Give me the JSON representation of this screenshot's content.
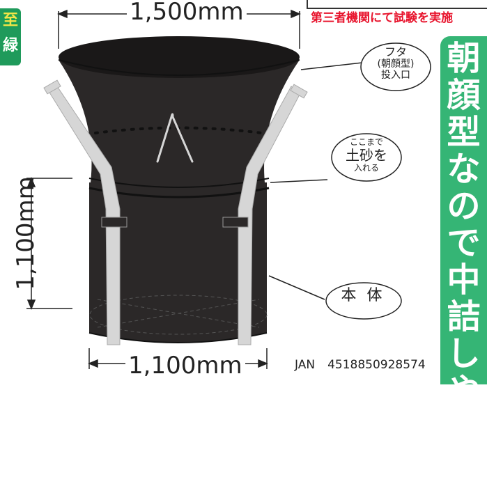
{
  "dimensions": {
    "top_width": "1,500mm",
    "height": "1,100mm",
    "bottom_width": "1,100mm"
  },
  "notice": "第三者機関にて試験を実施",
  "badge": {
    "line1": "至",
    "line2": "緑"
  },
  "vertical_slogan": "朝顔型なので中詰しやすい",
  "callouts": {
    "lid": {
      "line1": "フタ",
      "line2": "(朝顔型)",
      "line3": "投入口"
    },
    "fill": {
      "line1": "ここまで",
      "line2": "土砂を",
      "line3": "入れる"
    },
    "body": "本 体"
  },
  "jan": {
    "label": "JAN",
    "code": "4518850928574"
  },
  "colors": {
    "bag": "#2b2828",
    "bag_inner": "#1a1818",
    "strap": "#d6d6d6",
    "notice": "#e8142d",
    "panel": "#35b575",
    "badge": "#1f9a5b"
  }
}
